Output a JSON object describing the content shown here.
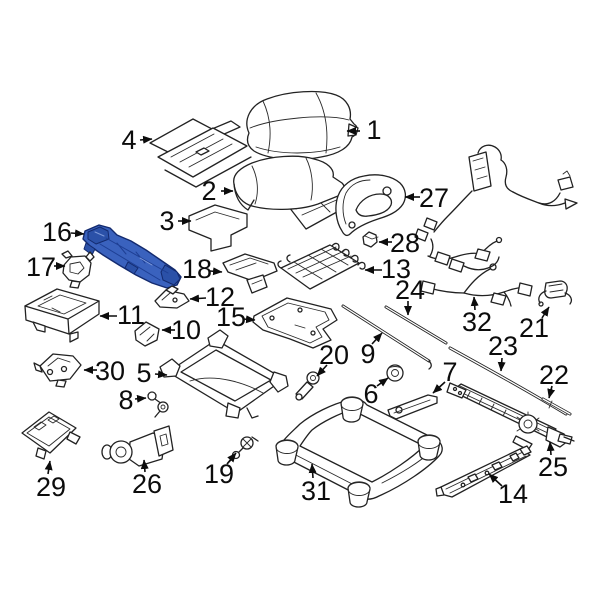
{
  "diagram": {
    "background_color": "#ffffff",
    "line_color": "#222222",
    "label_color": "#0c0c0c",
    "highlighted_part": {
      "number": "16",
      "fill": "#3a62be",
      "stroke": "#132a6e"
    },
    "callouts": [
      {
        "number": "1",
        "label": [
          374,
          130
        ],
        "arrow": [
          360,
          131,
          347,
          131
        ]
      },
      {
        "number": "2",
        "label": [
          209,
          191
        ],
        "arrow": [
          221,
          191,
          233,
          191
        ]
      },
      {
        "number": "3",
        "label": [
          167,
          221
        ],
        "arrow": [
          178,
          221,
          191,
          221
        ]
      },
      {
        "number": "4",
        "label": [
          129,
          140
        ],
        "arrow": [
          140,
          140,
          152,
          139
        ]
      },
      {
        "number": "5",
        "label": [
          144,
          373
        ],
        "arrow": [
          155,
          374,
          167,
          375
        ]
      },
      {
        "number": "6",
        "label": [
          371,
          394
        ],
        "arrow": [
          377,
          386,
          388,
          378
        ]
      },
      {
        "number": "7",
        "label": [
          450,
          372
        ],
        "arrow": [
          445,
          382,
          433,
          393
        ]
      },
      {
        "number": "8",
        "label": [
          126,
          400
        ],
        "arrow": [
          135,
          399,
          146,
          398
        ]
      },
      {
        "number": "9",
        "label": [
          368,
          354
        ],
        "arrow": [
          372,
          344,
          382,
          333
        ]
      },
      {
        "number": "10",
        "label": [
          186,
          330
        ],
        "arrow": [
          175,
          330,
          162,
          330
        ]
      },
      {
        "number": "11",
        "label": [
          131,
          315
        ],
        "arrow": [
          117,
          316,
          100,
          316
        ]
      },
      {
        "number": "12",
        "label": [
          220,
          297
        ],
        "arrow": [
          206,
          298,
          190,
          299
        ]
      },
      {
        "number": "13",
        "label": [
          396,
          269
        ],
        "arrow": [
          382,
          270,
          365,
          270
        ]
      },
      {
        "number": "14",
        "label": [
          513,
          494
        ],
        "arrow": [
          502,
          486,
          489,
          474
        ]
      },
      {
        "number": "15",
        "label": [
          231,
          317
        ],
        "arrow": [
          243,
          319,
          255,
          320
        ]
      },
      {
        "number": "16",
        "label": [
          57,
          232
        ],
        "arrow": [
          71,
          233,
          84,
          234
        ]
      },
      {
        "number": "17",
        "label": [
          41,
          267
        ],
        "arrow": [
          54,
          266,
          65,
          266
        ]
      },
      {
        "number": "18",
        "label": [
          197,
          269
        ],
        "arrow": [
          210,
          271,
          222,
          272
        ]
      },
      {
        "number": "19",
        "label": [
          219,
          474
        ],
        "arrow": [
          227,
          464,
          236,
          453
        ]
      },
      {
        "number": "20",
        "label": [
          334,
          355
        ],
        "arrow": [
          327,
          365,
          317,
          376
        ]
      },
      {
        "number": "21",
        "label": [
          534,
          328
        ],
        "arrow": [
          542,
          318,
          549,
          307
        ]
      },
      {
        "number": "22",
        "label": [
          554,
          375
        ],
        "arrow": [
          552,
          386,
          549,
          398
        ]
      },
      {
        "number": "23",
        "label": [
          503,
          346
        ],
        "arrow": [
          502,
          358,
          501,
          371
        ]
      },
      {
        "number": "24",
        "label": [
          410,
          290
        ],
        "arrow": [
          408,
          301,
          408,
          315
        ]
      },
      {
        "number": "25",
        "label": [
          553,
          467
        ],
        "arrow": [
          551,
          455,
          550,
          442
        ]
      },
      {
        "number": "26",
        "label": [
          147,
          484
        ],
        "arrow": [
          145,
          472,
          144,
          460
        ]
      },
      {
        "number": "27",
        "label": [
          434,
          198
        ],
        "arrow": [
          420,
          197,
          405,
          197
        ]
      },
      {
        "number": "28",
        "label": [
          405,
          243
        ],
        "arrow": [
          392,
          242,
          379,
          242
        ]
      },
      {
        "number": "29",
        "label": [
          51,
          487
        ],
        "arrow": [
          48,
          474,
          50,
          461
        ]
      },
      {
        "number": "30",
        "label": [
          110,
          371
        ],
        "arrow": [
          97,
          370,
          84,
          370
        ]
      },
      {
        "number": "31",
        "label": [
          316,
          491
        ],
        "arrow": [
          313,
          478,
          312,
          464
        ]
      },
      {
        "number": "32",
        "label": [
          477,
          322
        ],
        "arrow": [
          475,
          310,
          474,
          297
        ]
      }
    ]
  }
}
